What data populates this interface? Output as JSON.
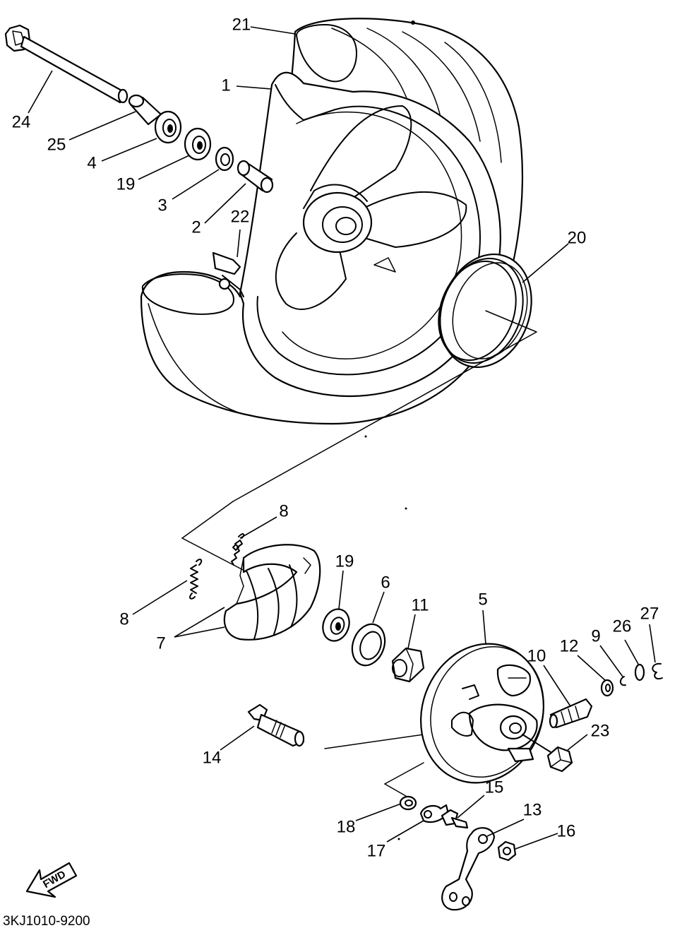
{
  "diagram_code": "3KJ1010-9200",
  "direction_arrow_label": "FWD",
  "callouts": {
    "c1": "1",
    "c2": "2",
    "c3": "3",
    "c4": "4",
    "c5": "5",
    "c6": "6",
    "c7": "7",
    "c8a": "8",
    "c8b": "8",
    "c9": "9",
    "c10": "10",
    "c11": "11",
    "c12": "12",
    "c13": "13",
    "c14": "14",
    "c15": "15",
    "c16": "16",
    "c17": "17",
    "c18": "18",
    "c19a": "19",
    "c19b": "19",
    "c20": "20",
    "c21": "21",
    "c22": "22",
    "c23": "23",
    "c24": "24",
    "c25": "25",
    "c26": "26",
    "c27": "27"
  }
}
